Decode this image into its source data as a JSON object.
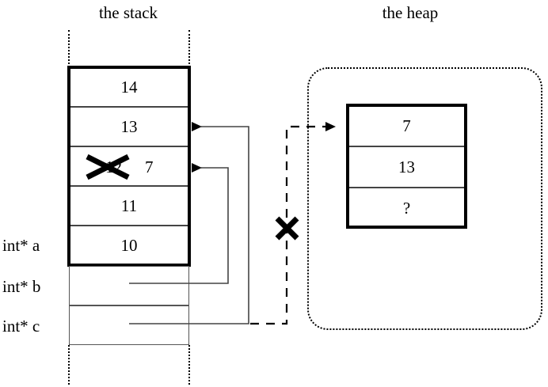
{
  "diagram": {
    "stack_title": "the stack",
    "heap_title": "the heap"
  },
  "stack": {
    "frame_cells": [
      {
        "value": "14"
      },
      {
        "value": "13"
      },
      {
        "value": "12",
        "struck": true,
        "new_value": "7"
      },
      {
        "value": "11"
      },
      {
        "value": "10"
      }
    ],
    "pointer_cells": [
      {
        "value": ""
      },
      {
        "value": ""
      }
    ],
    "variable_labels": [
      "int* a",
      "int* b",
      "int* c"
    ]
  },
  "heap": {
    "cells": [
      {
        "value": "7"
      },
      {
        "value": "13"
      },
      {
        "value": "?"
      }
    ]
  },
  "annotations": {
    "invalidated_mark": "X",
    "overwritten_mark": "X"
  },
  "colors": {
    "ink": "#000000",
    "rule": "#444444",
    "background": "#ffffff"
  }
}
